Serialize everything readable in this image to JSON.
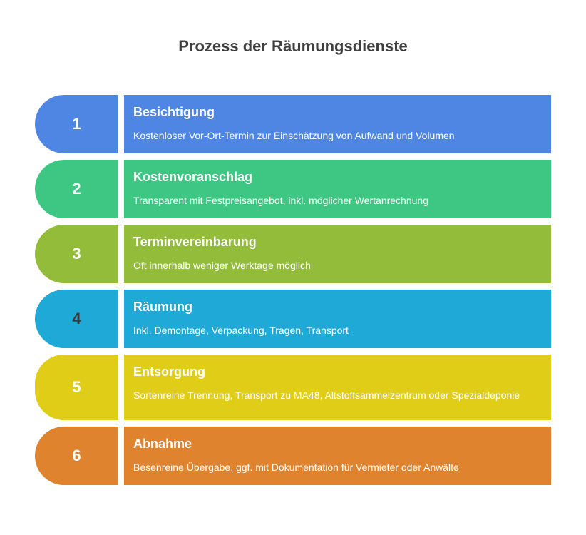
{
  "title": "Prozess der Räumungsdienste",
  "colors": {
    "step1": "#4f86e4",
    "step2": "#3ec783",
    "step3": "#93bc3a",
    "step4": "#1fa9d6",
    "step5": "#dfcd18",
    "step6": "#df832e"
  },
  "steps": [
    {
      "number": "1",
      "title": "Besichtigung",
      "description": "Kostenloser Vor-Ort-Termin zur Einschätzung von Aufwand und Volumen"
    },
    {
      "number": "2",
      "title": "Kostenvoranschlag",
      "description": "Transparent mit Festpreisangebot, inkl. möglicher Wertanrechnung"
    },
    {
      "number": "3",
      "title": "Terminvereinbarung",
      "description": "Oft innerhalb weniger Werktage möglich"
    },
    {
      "number": "4",
      "title": "Räumung",
      "description": "Inkl. Demontage, Verpackung, Tragen, Transport"
    },
    {
      "number": "5",
      "title": "Entsorgung",
      "description": "Sortenreine Trennung, Transport zu MA48, Altstoffsammelzentrum oder Spezialdeponie"
    },
    {
      "number": "6",
      "title": "Abnahme",
      "description": "Besenreine Übergabe, ggf. mit Dokumentation für Vermieter oder Anwälte"
    }
  ]
}
